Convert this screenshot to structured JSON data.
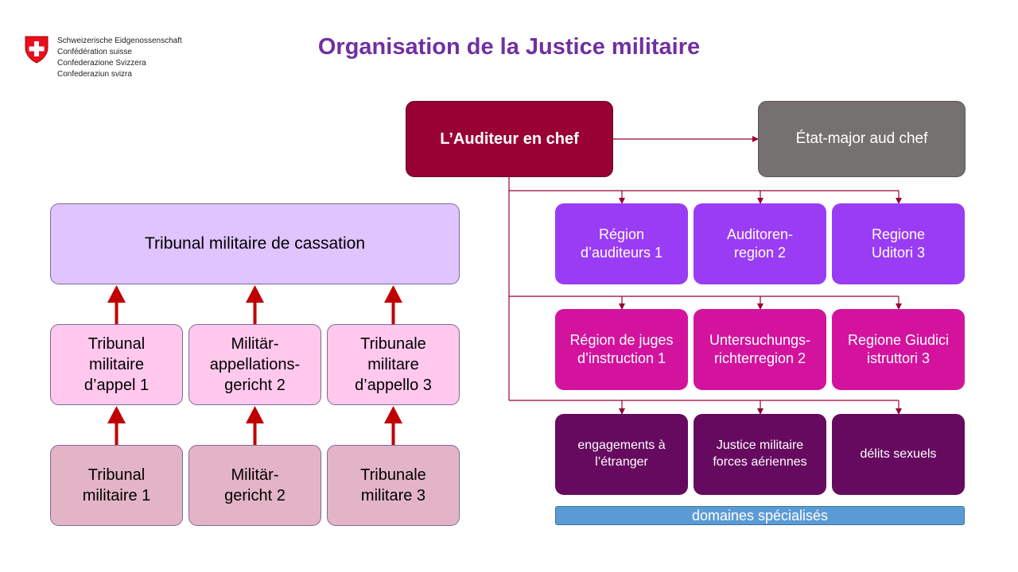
{
  "header": {
    "logo_lines": [
      "Schweizerische Eidgenossenschaft",
      "Confédération suisse",
      "Confederazione Svizzera",
      "Confederaziun svizra"
    ],
    "title": "Organisation de la Justice militaire"
  },
  "chief": {
    "auditeur_en_chef": "L’Auditeur en chef",
    "etat_major": "État-major aud chef"
  },
  "courts": {
    "cassation": "Tribunal militaire de cassation",
    "appeal": [
      "Tribunal\nmilitaire\nd’appel 1",
      "Militär-\nappellations-\ngericht 2",
      "Tribunale\nmilitare\nd’appello 3"
    ],
    "first_instance": [
      "Tribunal\nmilitaire 1",
      "Militär-\ngericht 2",
      "Tribunale\nmilitare 3"
    ]
  },
  "regions": {
    "auditeurs": [
      "Région\nd’auditeurs 1",
      "Auditoren-\nregion 2",
      "Regione\nUditori 3"
    ],
    "juges": [
      "Région de juges\nd’instruction 1",
      "Untersuchungs-\nrichterregion 2",
      "Regione Giudici\nistruttori 3"
    ]
  },
  "specialized": {
    "domains": [
      "engagements à\nl’étranger",
      "Justice militaire\nforces aériennes",
      "délits sexuels"
    ],
    "bar_label": "domaines spécialisés"
  },
  "colors": {
    "title": "#7030a0",
    "auditeur_chef": "#990033",
    "etat_major": "#767171",
    "region_auditeurs": "#9b3cf5",
    "region_juges": "#d3139d",
    "specialized": "#660a60",
    "domaines_bar": "#5b9bd5",
    "court_arrow": "#c00000",
    "connector": "#990033"
  }
}
